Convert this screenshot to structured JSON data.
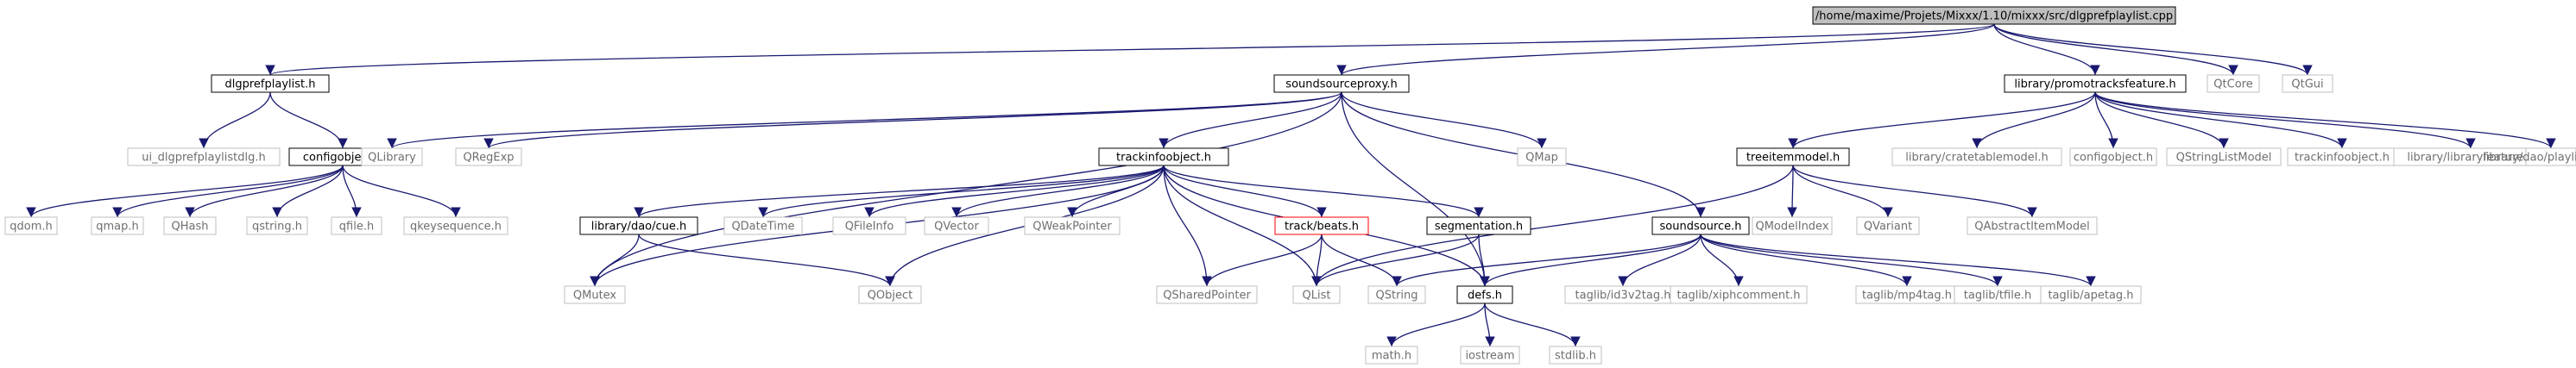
{
  "diagram": {
    "colors": {
      "edge": "#191970",
      "root_fill": "#bfbfbf",
      "node_fill": "#ffffff",
      "documented_border": "#000000",
      "undocumented_border": "#bfbfbf",
      "highlight_border": "#ff0000",
      "text_documented": "#000000",
      "text_external": "#6f6f6f"
    },
    "nodes": [
      {
        "id": "n_root",
        "label": "/home/maxime/Projets/Mixxx/1.10/mixxx/src/dlgprefplaylist.cpp",
        "style": "root"
      },
      {
        "id": "n_dlgprefplaylist_h",
        "label": "dlgprefplaylist.h",
        "style": "documented"
      },
      {
        "id": "n_soundsourceproxy_h",
        "label": "soundsourceproxy.h",
        "style": "documented"
      },
      {
        "id": "n_promotracksfeature_h",
        "label": "library/promotracksfeature.h",
        "style": "documented"
      },
      {
        "id": "n_qtcore",
        "label": "QtCore",
        "style": "external"
      },
      {
        "id": "n_qtgui",
        "label": "QtGui",
        "style": "external"
      },
      {
        "id": "n_ui_dlgprefplaylistdlg_h",
        "label": "ui_dlgprefplaylistdlg.h",
        "style": "external"
      },
      {
        "id": "n_configobject_h",
        "label": "configobject.h",
        "style": "documented"
      },
      {
        "id": "n_qlibrary",
        "label": "QLibrary",
        "style": "external"
      },
      {
        "id": "n_qregexp",
        "label": "QRegExp",
        "style": "external"
      },
      {
        "id": "n_trackinfoobject_h",
        "label": "trackinfoobject.h",
        "style": "documented"
      },
      {
        "id": "n_qmap",
        "label": "QMap",
        "style": "external"
      },
      {
        "id": "n_treeitemmodel_h",
        "label": "treeitemmodel.h",
        "style": "documented"
      },
      {
        "id": "n_cratetablemodel_h",
        "label": "library/cratetablemodel.h",
        "style": "external"
      },
      {
        "id": "n_configobject_h2",
        "label": "configobject.h",
        "style": "external"
      },
      {
        "id": "n_qstringlistmodel",
        "label": "QStringListModel",
        "style": "external"
      },
      {
        "id": "n_trackinfoobject_h2",
        "label": "trackinfoobject.h",
        "style": "external"
      },
      {
        "id": "n_libraryfeature_h",
        "label": "library/libraryfeature.h",
        "style": "external"
      },
      {
        "id": "n_playlistdao_h",
        "label": "library/dao/playlistdao.h",
        "style": "external"
      },
      {
        "id": "n_qdom_h",
        "label": "qdom.h",
        "style": "external"
      },
      {
        "id": "n_qmap_h",
        "label": "qmap.h",
        "style": "external"
      },
      {
        "id": "n_qhash",
        "label": "QHash",
        "style": "external"
      },
      {
        "id": "n_qstring_h",
        "label": "qstring.h",
        "style": "external"
      },
      {
        "id": "n_qfile_h",
        "label": "qfile.h",
        "style": "external"
      },
      {
        "id": "n_qkeysequence_h",
        "label": "qkeysequence.h",
        "style": "external"
      },
      {
        "id": "n_cue_h",
        "label": "library/dao/cue.h",
        "style": "documented"
      },
      {
        "id": "n_qdatetime",
        "label": "QDateTime",
        "style": "external"
      },
      {
        "id": "n_qfileinfo",
        "label": "QFileInfo",
        "style": "external"
      },
      {
        "id": "n_qvector",
        "label": "QVector",
        "style": "external"
      },
      {
        "id": "n_qweakpointer",
        "label": "QWeakPointer",
        "style": "external"
      },
      {
        "id": "n_beats_h",
        "label": "track/beats.h",
        "style": "highlight"
      },
      {
        "id": "n_segmentation_h",
        "label": "segmentation.h",
        "style": "documented"
      },
      {
        "id": "n_soundsource_h",
        "label": "soundsource.h",
        "style": "documented"
      },
      {
        "id": "n_qmodelindex",
        "label": "QModelIndex",
        "style": "external"
      },
      {
        "id": "n_qvariant",
        "label": "QVariant",
        "style": "external"
      },
      {
        "id": "n_qabstractitemmodel",
        "label": "QAbstractItemModel",
        "style": "external"
      },
      {
        "id": "n_qmutex",
        "label": "QMutex",
        "style": "external"
      },
      {
        "id": "n_qobject",
        "label": "QObject",
        "style": "external"
      },
      {
        "id": "n_qsharedpointer",
        "label": "QSharedPointer",
        "style": "external"
      },
      {
        "id": "n_qlist",
        "label": "QList",
        "style": "external"
      },
      {
        "id": "n_qstring",
        "label": "QString",
        "style": "external"
      },
      {
        "id": "n_defs_h",
        "label": "defs.h",
        "style": "documented"
      },
      {
        "id": "n_id3v2tag_h",
        "label": "taglib/id3v2tag.h",
        "style": "external"
      },
      {
        "id": "n_xiphcomment_h",
        "label": "taglib/xiphcomment.h",
        "style": "external"
      },
      {
        "id": "n_mp4tag_h",
        "label": "taglib/mp4tag.h",
        "style": "external"
      },
      {
        "id": "n_tfile_h",
        "label": "taglib/tfile.h",
        "style": "external"
      },
      {
        "id": "n_apetag_h",
        "label": "taglib/apetag.h",
        "style": "external"
      },
      {
        "id": "n_math_h",
        "label": "math.h",
        "style": "external"
      },
      {
        "id": "n_iostream",
        "label": "iostream",
        "style": "external"
      },
      {
        "id": "n_stdlib_h",
        "label": "stdlib.h",
        "style": "external"
      }
    ],
    "edges": [
      [
        "n_root",
        "n_dlgprefplaylist_h"
      ],
      [
        "n_root",
        "n_soundsourceproxy_h"
      ],
      [
        "n_root",
        "n_promotracksfeature_h"
      ],
      [
        "n_root",
        "n_qtcore"
      ],
      [
        "n_root",
        "n_qtgui"
      ],
      [
        "n_dlgprefplaylist_h",
        "n_ui_dlgprefplaylistdlg_h"
      ],
      [
        "n_dlgprefplaylist_h",
        "n_configobject_h"
      ],
      [
        "n_configobject_h",
        "n_qdom_h"
      ],
      [
        "n_configobject_h",
        "n_qmap_h"
      ],
      [
        "n_configobject_h",
        "n_qhash"
      ],
      [
        "n_configobject_h",
        "n_qstring_h"
      ],
      [
        "n_configobject_h",
        "n_qfile_h"
      ],
      [
        "n_configobject_h",
        "n_qkeysequence_h"
      ],
      [
        "n_soundsourceproxy_h",
        "n_qlibrary"
      ],
      [
        "n_soundsourceproxy_h",
        "n_qregexp"
      ],
      [
        "n_soundsourceproxy_h",
        "n_trackinfoobject_h"
      ],
      [
        "n_soundsourceproxy_h",
        "n_qmap"
      ],
      [
        "n_soundsourceproxy_h",
        "n_soundsource_h"
      ],
      [
        "n_soundsourceproxy_h",
        "n_qmutex"
      ],
      [
        "n_soundsourceproxy_h",
        "n_defs_h"
      ],
      [
        "n_trackinfoobject_h",
        "n_cue_h"
      ],
      [
        "n_trackinfoobject_h",
        "n_qdatetime"
      ],
      [
        "n_trackinfoobject_h",
        "n_qfileinfo"
      ],
      [
        "n_trackinfoobject_h",
        "n_qvector"
      ],
      [
        "n_trackinfoobject_h",
        "n_qweakpointer"
      ],
      [
        "n_trackinfoobject_h",
        "n_beats_h"
      ],
      [
        "n_trackinfoobject_h",
        "n_segmentation_h"
      ],
      [
        "n_trackinfoobject_h",
        "n_qmutex"
      ],
      [
        "n_trackinfoobject_h",
        "n_qobject"
      ],
      [
        "n_trackinfoobject_h",
        "n_qsharedpointer"
      ],
      [
        "n_trackinfoobject_h",
        "n_qlist"
      ],
      [
        "n_trackinfoobject_h",
        "n_defs_h"
      ],
      [
        "n_cue_h",
        "n_qmutex"
      ],
      [
        "n_cue_h",
        "n_qobject"
      ],
      [
        "n_beats_h",
        "n_qsharedpointer"
      ],
      [
        "n_beats_h",
        "n_qlist"
      ],
      [
        "n_beats_h",
        "n_qstring"
      ],
      [
        "n_segmentation_h",
        "n_qlist"
      ],
      [
        "n_segmentation_h",
        "n_defs_h"
      ],
      [
        "n_promotracksfeature_h",
        "n_treeitemmodel_h"
      ],
      [
        "n_promotracksfeature_h",
        "n_cratetablemodel_h"
      ],
      [
        "n_promotracksfeature_h",
        "n_configobject_h2"
      ],
      [
        "n_promotracksfeature_h",
        "n_qstringlistmodel"
      ],
      [
        "n_promotracksfeature_h",
        "n_trackinfoobject_h2"
      ],
      [
        "n_promotracksfeature_h",
        "n_libraryfeature_h"
      ],
      [
        "n_promotracksfeature_h",
        "n_playlistdao_h"
      ],
      [
        "n_treeitemmodel_h",
        "n_qlist"
      ],
      [
        "n_treeitemmodel_h",
        "n_qmodelindex"
      ],
      [
        "n_treeitemmodel_h",
        "n_qvariant"
      ],
      [
        "n_treeitemmodel_h",
        "n_qabstractitemmodel"
      ],
      [
        "n_soundsource_h",
        "n_qstring"
      ],
      [
        "n_soundsource_h",
        "n_defs_h"
      ],
      [
        "n_soundsource_h",
        "n_id3v2tag_h"
      ],
      [
        "n_soundsource_h",
        "n_xiphcomment_h"
      ],
      [
        "n_soundsource_h",
        "n_mp4tag_h"
      ],
      [
        "n_soundsource_h",
        "n_tfile_h"
      ],
      [
        "n_soundsource_h",
        "n_apetag_h"
      ],
      [
        "n_defs_h",
        "n_math_h"
      ],
      [
        "n_defs_h",
        "n_iostream"
      ],
      [
        "n_defs_h",
        "n_stdlib_h"
      ]
    ]
  }
}
